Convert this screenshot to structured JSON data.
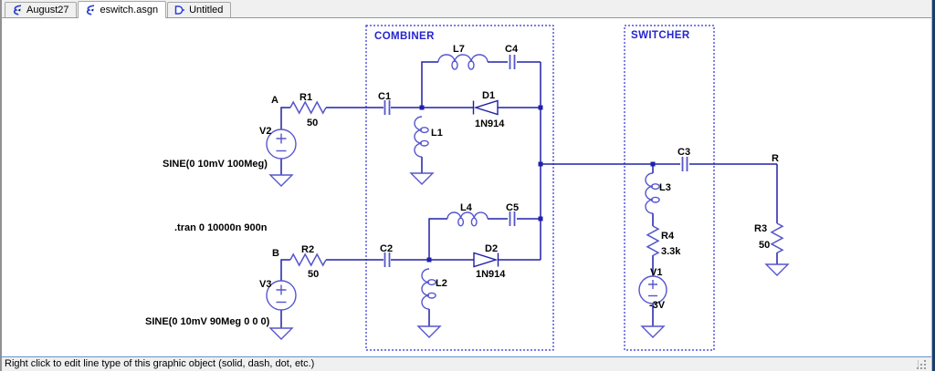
{
  "window": {
    "tabs": [
      {
        "label": "August27",
        "icon": "ltspice-schematic-icon",
        "active": false
      },
      {
        "label": "eswitch.asgn",
        "icon": "ltspice-schematic-icon",
        "active": true
      },
      {
        "label": "Untitled",
        "icon": "ltspice-waveform-icon",
        "active": false
      }
    ],
    "statusbar": "Right click to edit line type of this graphic object (solid, dash, dot, etc.)"
  },
  "schematic": {
    "blocks": {
      "combiner": "COMBINER",
      "switcher": "SWITCHER"
    },
    "nodes": {
      "a": "A",
      "b": "B",
      "r": "R"
    },
    "directives": {
      "tran": ".tran 0 10000n 900n",
      "v2_sine": "SINE(0 10mV 100Meg)",
      "v3_sine": "SINE(0 10mV 90Meg 0 0 0)"
    },
    "components": {
      "R1": {
        "name": "R1",
        "value": "50"
      },
      "R2": {
        "name": "R2",
        "value": "50"
      },
      "R3": {
        "name": "R3",
        "value": "50"
      },
      "R4": {
        "name": "R4",
        "value": "3.3k"
      },
      "C1": {
        "name": "C1"
      },
      "C2": {
        "name": "C2"
      },
      "C3": {
        "name": "C3"
      },
      "C4": {
        "name": "C4"
      },
      "C5": {
        "name": "C5"
      },
      "L1": {
        "name": "L1"
      },
      "L2": {
        "name": "L2"
      },
      "L3": {
        "name": "L3"
      },
      "L4": {
        "name": "L4"
      },
      "L7": {
        "name": "L7"
      },
      "D1": {
        "name": "D1",
        "value": "1N914"
      },
      "D2": {
        "name": "D2",
        "value": "1N914"
      },
      "V1": {
        "name": "V1",
        "value": "-3V"
      },
      "V2": {
        "name": "V2"
      },
      "V3": {
        "name": "V3"
      }
    },
    "colors": {
      "wire": "#2020a8",
      "component": "#5555cd",
      "box_border": "#2d2dd5",
      "block_label": "#2424cf",
      "label": "#000000"
    }
  }
}
